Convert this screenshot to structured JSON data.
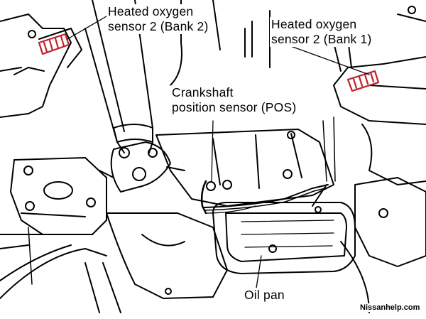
{
  "diagram": {
    "labels": {
      "ho2s2_bank2": [
        "Heated oxygen",
        "sensor 2 (Bank 2)"
      ],
      "ho2s2_bank1": [
        "Heated oxygen",
        "sensor 2 (Bank 1)"
      ],
      "ckp_sensor": [
        "Crankshaft",
        "position sensor (POS)"
      ],
      "oil_pan": "Oil pan"
    },
    "watermark": "Nissanhelp.com",
    "colors": {
      "sensor_highlight": "#c0202a",
      "line": "#000000",
      "background": "#ffffff"
    }
  }
}
